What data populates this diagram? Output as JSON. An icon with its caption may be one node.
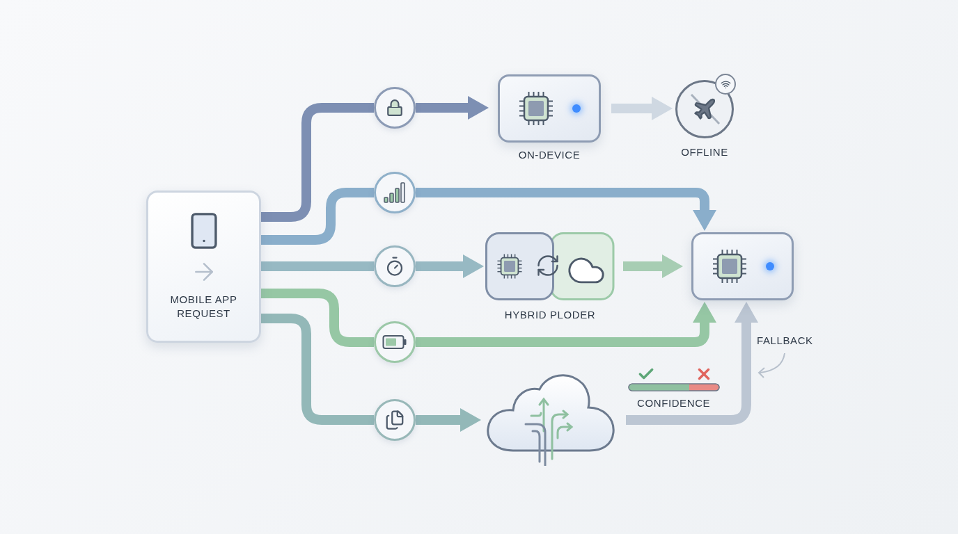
{
  "diagram": {
    "nodes": [
      {
        "text": [
          "MOBILE APP REQUEST"
        ]
      },
      {
        "text": [],
        "shape": "circle"
      },
      {
        "text": [],
        "shape": "circle"
      },
      {
        "text": [],
        "shape": "circle"
      },
      {
        "text": [],
        "shape": "circle"
      },
      {
        "text": [],
        "shape": "circle"
      },
      {
        "text": [
          "ON-DEVICE"
        ]
      },
      {
        "text": [
          "OFFLINE"
        ]
      },
      {
        "text": [
          "HYBRID PLODER"
        ]
      },
      {
        "text": [],
        "shape": "box"
      },
      {
        "text": [],
        "shape": "cloud"
      }
    ],
    "edges": [
      {
        "from": 0,
        "to": 1,
        "arrow": "none",
        "color": "#7d8fb3"
      },
      {
        "from": 1,
        "to": 6,
        "arrow": "to",
        "color": "#7d8fb3"
      },
      {
        "from": 0,
        "to": 2,
        "arrow": "none",
        "color": "#8aaecb"
      },
      {
        "from": 2,
        "to": 9,
        "arrow": "to",
        "color": "#8aaecb"
      },
      {
        "from": 0,
        "to": 3,
        "arrow": "none",
        "color": "#97b9c3"
      },
      {
        "from": 3,
        "to": 8,
        "arrow": "to",
        "color": "#97b9c3"
      },
      {
        "from": 8,
        "to": 9,
        "arrow": "to",
        "color": "#a7cdb3"
      },
      {
        "from": 0,
        "to": 4,
        "arrow": "none",
        "color": "#96c7a4"
      },
      {
        "from": 4,
        "to": 9,
        "arrow": "to",
        "color": "#96c7a4"
      },
      {
        "from": 0,
        "to": 5,
        "arrow": "none",
        "color": "#93b8b8"
      },
      {
        "from": 5,
        "to": 10,
        "arrow": "to",
        "color": "#93b8b8"
      },
      {
        "from": 10,
        "to": 9,
        "arrow": "to",
        "color": "#bcc6d3",
        "label": "FALLBACK"
      },
      {
        "from": 6,
        "to": 7,
        "arrow": "to",
        "color": "#cfd8e2"
      }
    ],
    "labels": [
      "CONFIDENCE"
    ]
  }
}
